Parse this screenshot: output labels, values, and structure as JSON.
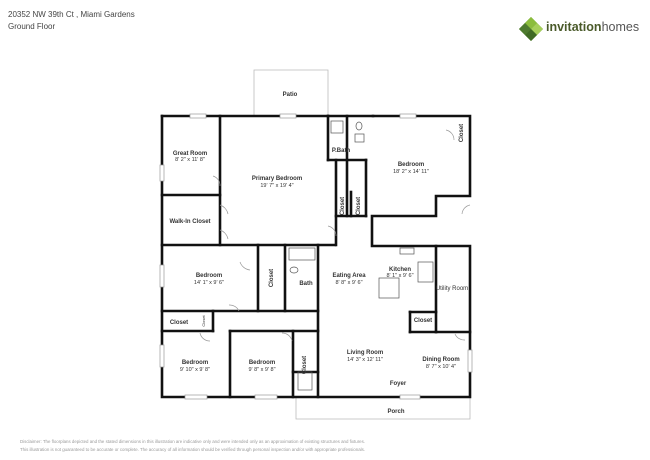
{
  "header": {
    "address": "20352 NW 39th Ct , Miami Gardens",
    "level": "Ground Floor"
  },
  "brand": {
    "name_part1": "invitation",
    "name_part2": "homes",
    "logo_icon": "diamond-logo-icon",
    "colors": {
      "dark": "#4d7a2e",
      "light": "#8bbd3c",
      "mid": "#6aa033"
    }
  },
  "rooms": {
    "patio": {
      "name": "Patio"
    },
    "great_room": {
      "name": "Great Room",
      "dims": "8' 2\" x 11' 8\""
    },
    "primary_bedroom": {
      "name": "Primary Bedroom",
      "dims": "19' 7\" x 19' 4\""
    },
    "pbath": {
      "name": "P.Bath"
    },
    "bedroom_ne": {
      "name": "Bedroom",
      "dims": "18' 2\" x 14' 11\""
    },
    "closet_ne": {
      "name": "Closet"
    },
    "closet_mid1": {
      "name": "Closet"
    },
    "closet_mid2": {
      "name": "Closet"
    },
    "walkin_closet": {
      "name": "Walk-In Closet"
    },
    "bedroom_w": {
      "name": "Bedroom",
      "dims": "14' 1\" x 9' 6\""
    },
    "closet_w": {
      "name": "Closet"
    },
    "bath": {
      "name": "Bath"
    },
    "eating_area": {
      "name": "Eating Area",
      "dims": "8' 8\" x 9' 6\""
    },
    "kitchen": {
      "name": "Kitchen",
      "dims": "8' 1\" x 9' 6\""
    },
    "utility_room": {
      "name": "Utility Room"
    },
    "closet_sw": {
      "name": "Closet"
    },
    "closet_small": {
      "name": "Closet"
    },
    "closet_kitchen": {
      "name": "Closet"
    },
    "bedroom_sw": {
      "name": "Bedroom",
      "dims": "9' 10\" x 9' 8\""
    },
    "bedroom_s": {
      "name": "Bedroom",
      "dims": "9' 8\" x 9' 8\""
    },
    "closet_s": {
      "name": "Closet"
    },
    "living_room": {
      "name": "Living Room",
      "dims": "14' 3\" x 12' 11\""
    },
    "dining_room": {
      "name": "Dining Room",
      "dims": "8' 7\" x 10' 4\""
    },
    "foyer": {
      "name": "Foyer"
    },
    "porch": {
      "name": "Porch"
    }
  },
  "disclaimer": {
    "line1": "Disclaimer: The floorplans depicted and the stated dimensions in this illustration are indicative only and were intended only as an approximation of existing structures and fixtures.",
    "line2": "This illustration is not guaranteed to be accurate or complete. The accuracy of all information should be verified through personal inspection and/or with appropriate professionals."
  }
}
